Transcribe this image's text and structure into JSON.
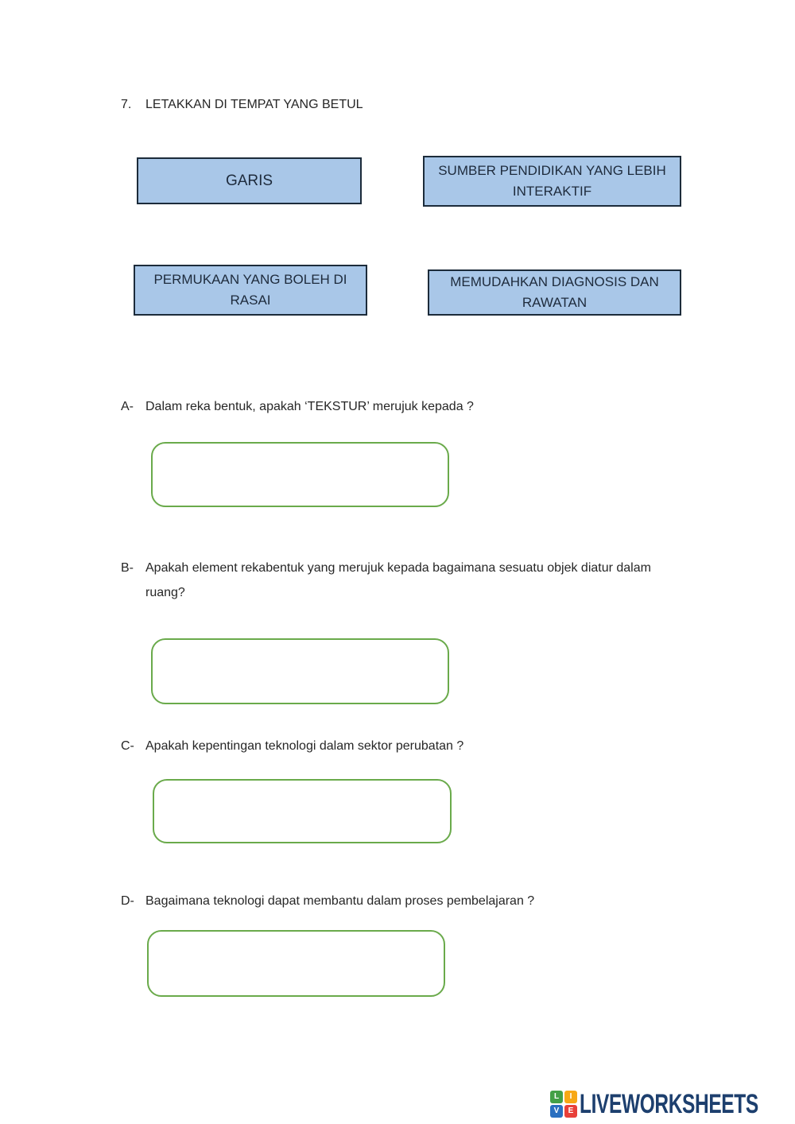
{
  "page": {
    "question_number": "7.",
    "title": "LETAKKAN DI TEMPAT YANG BETUL"
  },
  "draggables": [
    {
      "label": "GARIS"
    },
    {
      "label": "SUMBER PENDIDIKAN YANG LEBIH INTERAKTIF"
    },
    {
      "label": "PERMUKAAN YANG BOLEH DI RASAI"
    },
    {
      "label": "MEMUDAHKAN DIAGNOSIS DAN RAWATAN"
    }
  ],
  "questions": [
    {
      "letter": "A-",
      "text": "Dalam reka bentuk, apakah ‘TEKSTUR’ merujuk kepada ?"
    },
    {
      "letter": "B-",
      "text": "Apakah element rekabentuk yang merujuk kepada bagaimana sesuatu objek diatur dalam ruang?"
    },
    {
      "letter": "C-",
      "text": "Apakah kepentingan teknologi dalam sektor perubatan ?"
    },
    {
      "letter": "D-",
      "text": "Bagaimana teknologi dapat membantu dalam proses pembelajaran ?"
    }
  ],
  "footer": {
    "brand": "LIVEWORKSHEETS",
    "brand_color": "#1d3f6e",
    "icon_letters": [
      "L",
      "I",
      "V",
      "E"
    ],
    "icon_colors": {
      "l": "#43a047",
      "i": "#f7a816",
      "v": "#2a6fc0",
      "e": "#e8403a"
    }
  },
  "colors": {
    "drag_box_fill": "#a9c7e8",
    "drag_box_border": "#1c2b3a",
    "answer_box_border": "#6aaa4b"
  }
}
